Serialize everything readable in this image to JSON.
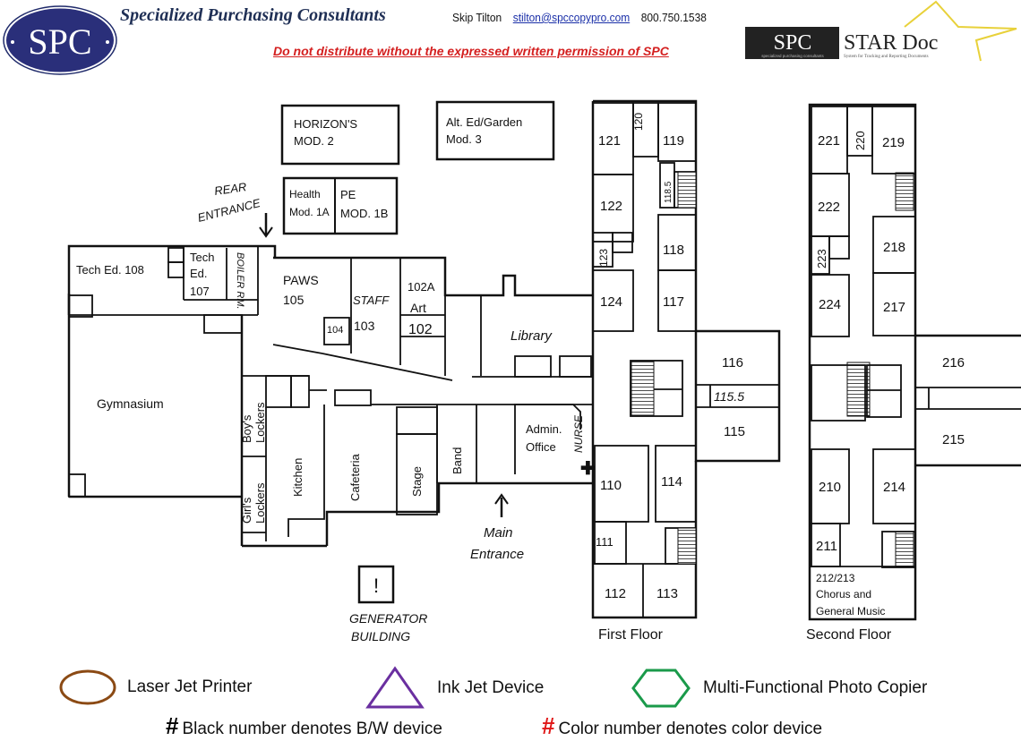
{
  "header": {
    "logo_text": "SPC",
    "company_name": "Specialized Purchasing Consultants",
    "contact_name": "Skip Tilton",
    "contact_email": "stilton@spccopypro.com",
    "contact_phone": "800.750.1538",
    "warning": "Do not distribute without the expressed written permission of SPC",
    "stardoc": {
      "brand": "SPC",
      "brand_sub": "specialized purchasing consultants",
      "title": "STAR Doc",
      "tagline": "System for Tracking and Reporting Documents"
    }
  },
  "map": {
    "modules": {
      "horizons": [
        "HORIZON'S",
        "MOD. 2"
      ],
      "alt_ed": [
        "Alt. Ed/Garden",
        "Mod. 3"
      ],
      "health": [
        "Health",
        "Mod. 1A"
      ],
      "pe": [
        "PE",
        "MOD. 1B"
      ]
    },
    "annotations": {
      "rear_entrance": [
        "REAR",
        "ENTRANCE"
      ],
      "main_entrance": [
        "Main",
        "Entrance"
      ],
      "generator": [
        "GENERATOR",
        "BUILDING"
      ],
      "generator_symbol": "!"
    },
    "rooms_first": {
      "tech108": "Tech  Ed. 108",
      "tech107": [
        "Tech",
        "Ed.",
        "107"
      ],
      "boiler": "BOILER RM.",
      "paws": [
        "PAWS",
        "105"
      ],
      "staff": "STAFF",
      "r104": "104",
      "r103": "103",
      "r102a": "102A",
      "art": "Art",
      "r102": "102",
      "library": "Library",
      "gym": "Gymnasium",
      "boys": [
        "Boy's",
        "Lockers"
      ],
      "girls": [
        "Girl's",
        "Lockers"
      ],
      "kitchen": "Kitchen",
      "cafeteria": "Cafeteria",
      "stage": "Stage",
      "band": "Band",
      "admin": [
        "Admin.",
        "Office"
      ],
      "nurse": "NURSE",
      "r121": "121",
      "r120": "120",
      "r119": "119",
      "r118_5": "118.5",
      "r122": "122",
      "r123": "123",
      "r118": "118",
      "r124": "124",
      "r117": "117",
      "r116": "116",
      "r115_5": "115.5",
      "r115": "115",
      "r110": "110",
      "r114": "114",
      "r111": "111",
      "r112": "112",
      "r113": "113"
    },
    "rooms_second": {
      "r221": "221",
      "r220": "220",
      "r219": "219",
      "r222": "222",
      "r223": "223",
      "r218": "218",
      "r224": "224",
      "r217": "217",
      "r216": "216",
      "r215": "215",
      "r210": "210",
      "r214": "214",
      "r211": "211",
      "r212": [
        "212/213",
        "Chorus and",
        "General Music"
      ]
    },
    "floor_labels": {
      "first": "First Floor",
      "second": "Second Floor"
    }
  },
  "legend": {
    "items": [
      {
        "icon": "circle",
        "label": "Laser Jet Printer",
        "color": "#8b4a14"
      },
      {
        "icon": "triangle",
        "label": "Ink Jet Device",
        "color": "#6a2fa0"
      },
      {
        "icon": "hexagon",
        "label": "Multi-Functional Photo Copier",
        "color": "#1a9a4a"
      }
    ],
    "notes": [
      {
        "symbol": "#",
        "label": "Black number denotes B/W device",
        "color": "#000000"
      },
      {
        "symbol": "#",
        "label": "Color number denotes color device",
        "color": "#e01818"
      }
    ]
  }
}
